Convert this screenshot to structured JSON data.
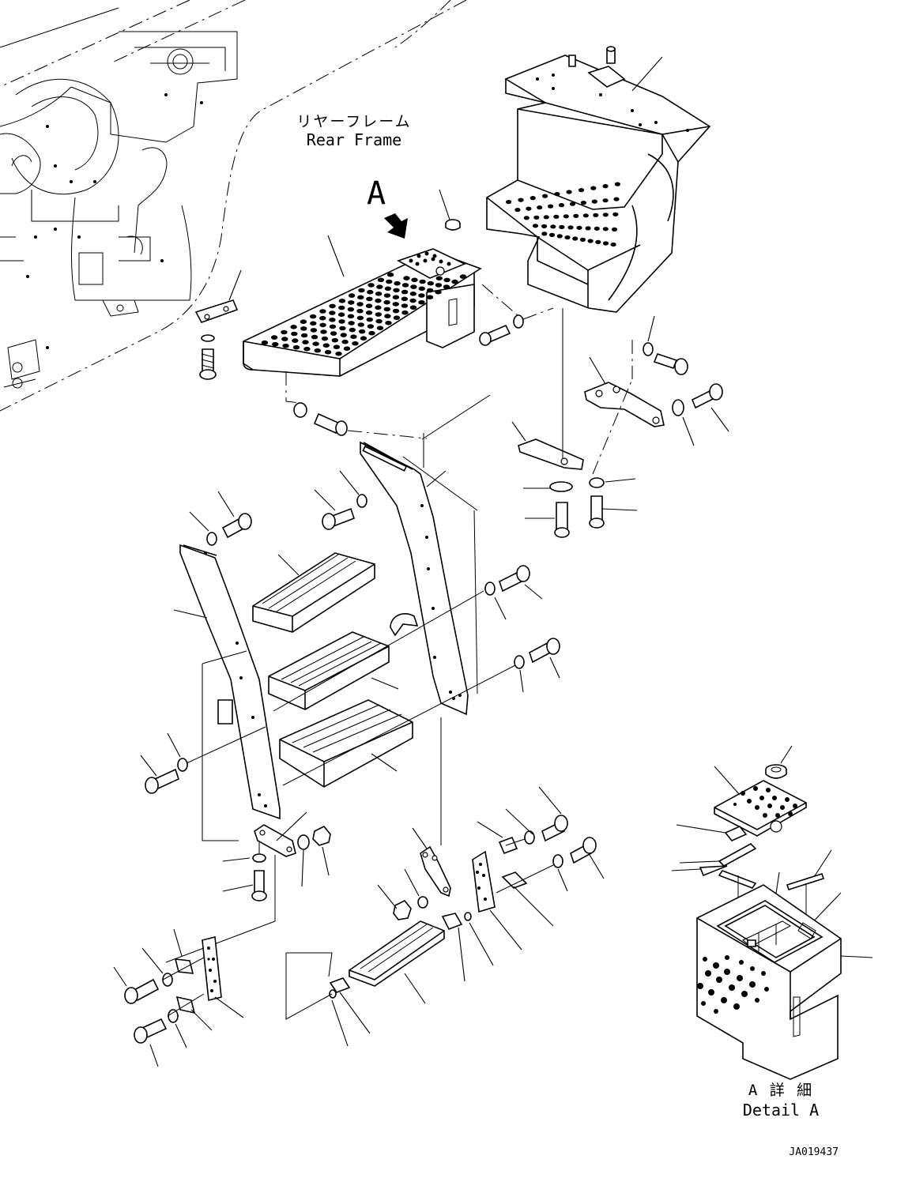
{
  "labels": {
    "rear_frame_jp": "リヤーフレーム",
    "rear_frame_en": "Rear Frame",
    "view_marker": "A",
    "detail_jp": "A 詳 細",
    "detail_en": "Detail A",
    "drawing_number": "JA019437"
  }
}
